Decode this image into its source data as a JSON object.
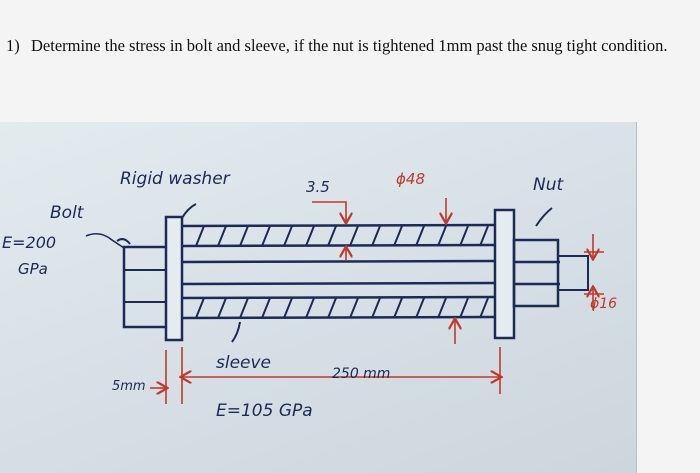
{
  "question": {
    "number": "1)",
    "text": "Determine the stress in bolt and sleeve, if the nut is tightened 1mm past the snug tight condition."
  },
  "diagram": {
    "labels": {
      "rigid_washer": "Rigid washer",
      "nut": "Nut",
      "bolt": "Bolt",
      "bolt_modulus_line1": "E=200",
      "bolt_modulus_line2": "GPa",
      "sleeve_thickness": "3.5",
      "sleeve_diameter": "ɸ48",
      "bolt_diameter": "ɸ16",
      "sleeve": "sleeve",
      "length": "250 mm",
      "washer_thickness": "5mm",
      "sleeve_modulus": "E=105 GPa"
    },
    "colors": {
      "ink": "#1c2a57",
      "dimension": "#c0392b"
    }
  }
}
